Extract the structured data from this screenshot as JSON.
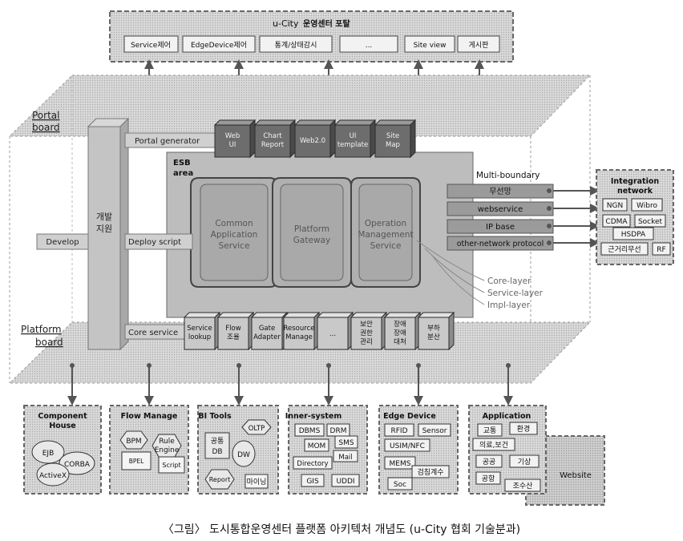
{
  "top_panel": {
    "title_prefix": "u-City",
    "title_suffix": "운영센터 포탈",
    "items": [
      "Service제어",
      "EdgeDevice제어",
      "통계/상태감시",
      "...",
      "Site view",
      "게시판"
    ]
  },
  "side_labels": {
    "portal_board_1": "Portal",
    "portal_board_2": "board",
    "platform_board_1": "Platform",
    "platform_board_2": "board"
  },
  "dev_support": {
    "line1": "개발",
    "line2": "지원",
    "develop": "Develop"
  },
  "arms": {
    "portal_generator": "Portal generator",
    "deploy_script": "Deploy script",
    "core_service": "Core service"
  },
  "portal_cubes": [
    {
      "line1": "Web",
      "line2": "UI"
    },
    {
      "line1": "Chart",
      "line2": "Report"
    },
    {
      "line1": "Web2.0",
      "line2": ""
    },
    {
      "line1": "UI",
      "line2": "template"
    },
    {
      "line1": "Site",
      "line2": "Map"
    }
  ],
  "esb": {
    "line1": "ESB",
    "line2": "area"
  },
  "esb_panels": [
    {
      "line1": "Common",
      "line2": "Application",
      "line3": "Service"
    },
    {
      "line1": "Platform",
      "line2": "Gateway",
      "line3": ""
    },
    {
      "line1": "Operation",
      "line2": "Management",
      "line3": "Service"
    }
  ],
  "layers": {
    "core": "Core-layer",
    "service": "Service-layer",
    "impl": "Impl-layer"
  },
  "core_cubes": [
    {
      "line1": "Service",
      "line2": "lookup",
      "line3": ""
    },
    {
      "line1": "Flow",
      "line2": "조율",
      "line3": ""
    },
    {
      "line1": "Gate",
      "line2": "Adapter",
      "line3": ""
    },
    {
      "line1": "Resource",
      "line2": "Manage",
      "line3": ""
    },
    {
      "line1": "...",
      "line2": "",
      "line3": ""
    },
    {
      "line1": "보안",
      "line2": "권한",
      "line3": "관리"
    },
    {
      "line1": "장애",
      "line2": "장애",
      "line3": "대처"
    },
    {
      "line1": "부하",
      "line2": "분산",
      "line3": ""
    }
  ],
  "multi_boundary": {
    "title": "Multi-boundary",
    "bars": [
      "무선망",
      "webservice",
      "IP base",
      "other-network protocol"
    ]
  },
  "integration": {
    "title1": "Integration",
    "title2": "network",
    "items": [
      "NGN",
      "Wibro",
      "CDMA",
      "Socket",
      "HSDPA",
      "근거리무선",
      "RF"
    ]
  },
  "bottom_boxes": {
    "component": {
      "title1": "Component",
      "title2": "House",
      "items": [
        "EJB",
        "CORBA",
        "ActiveX"
      ]
    },
    "flow": {
      "title": "Flow Manage",
      "items": [
        "BPM",
        "Rule",
        "Engine",
        "BPEL",
        "Script"
      ]
    },
    "bi": {
      "title": "BI Tools",
      "items": [
        "OLTP",
        "공통",
        "DB",
        "DW",
        "Report",
        "마이닝"
      ]
    },
    "inner": {
      "title": "Inner-system",
      "items": [
        "DBMS",
        "DRM",
        "MOM",
        "SMS",
        "Mail",
        "Directory",
        "GIS",
        "UDDI"
      ]
    },
    "edge": {
      "title": "Edge Device",
      "items": [
        "RFID",
        "Sensor",
        "USIM/NFC",
        "MEMS",
        "검침계수",
        "Soc"
      ]
    },
    "application": {
      "title": "Application",
      "items": [
        "교통",
        "환경",
        "의료,보건",
        "공공",
        "기상",
        "공항",
        "조수산"
      ]
    },
    "website": "Website"
  },
  "caption": "〈그림〉 도시통합운영센터 플랫폼 아키텍처 개념도 (u-City 협회 기술분과)"
}
